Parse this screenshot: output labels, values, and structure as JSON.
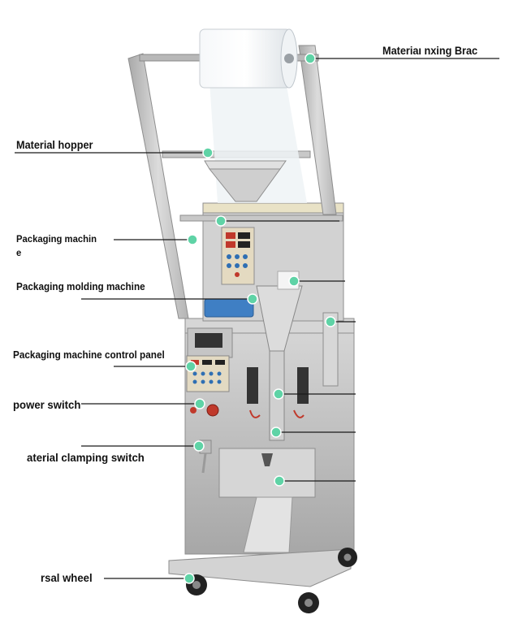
{
  "labels": {
    "material_fixing_bracket": "Materiaı nxing Brac",
    "material_hopper": "Material hopper",
    "packaging_machine_line1": "Packaging machin",
    "packaging_machine_line2": "e",
    "packaging_molding_machine": "Packaging molding machine",
    "packaging_machine_control_panel": "Packaging machine control panel",
    "power_switch": "power switch",
    "material_clamping_switch": "aterial clamping switch",
    "universal_wheel": "rsal wheel"
  },
  "colors": {
    "marker": "#5fd3a6",
    "leader_line": "#1a1a1a",
    "machine_body": "#c9c9c9",
    "frame": "#bdbdbd",
    "film_roll": "#eef2f5"
  }
}
